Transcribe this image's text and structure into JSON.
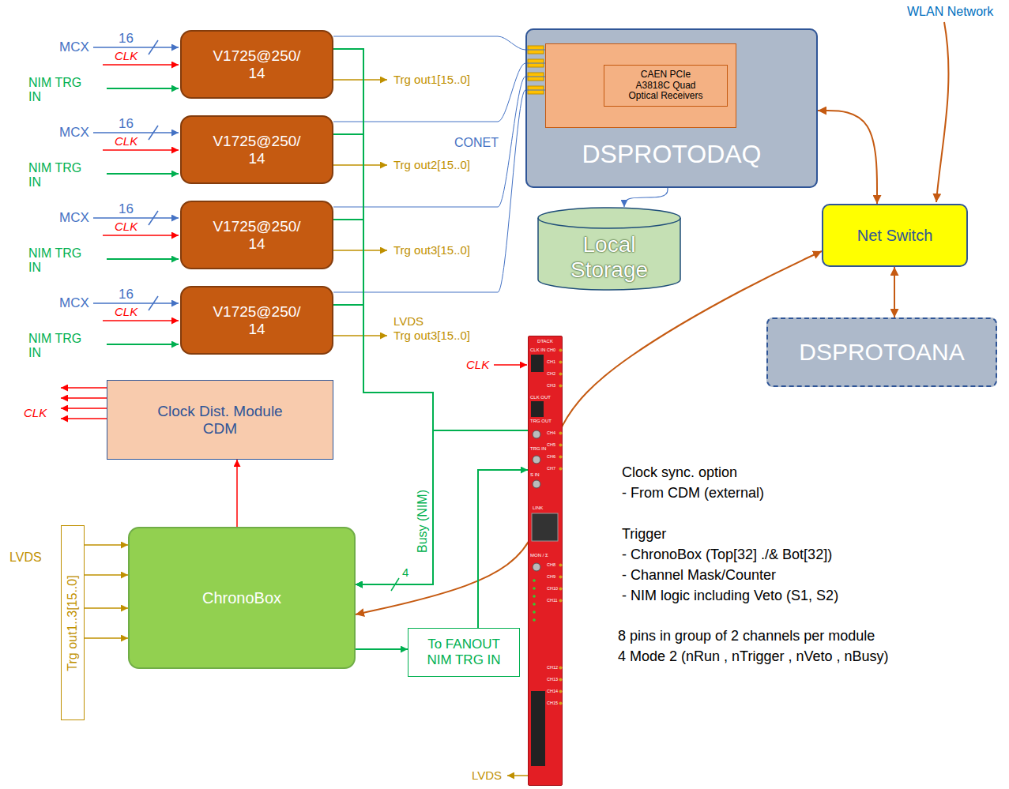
{
  "diagram": {
    "nodes": [
      {
        "text": [
          "V1725@250/ 14"
        ]
      },
      {
        "text": [
          "V1725@250/ 14"
        ]
      },
      {
        "text": [
          "V1725@250/ 14"
        ]
      },
      {
        "text": [
          "V1725@250/ 14"
        ]
      },
      {
        "text": [
          "DSPROTODAQ"
        ]
      },
      {
        "text": [
          "CAEN PCIe A3818C Quad Optical Receivers"
        ],
        "in": 4
      },
      {
        "text": [
          "Local Storage"
        ]
      },
      {
        "text": [
          "Net Switch"
        ]
      },
      {
        "text": [
          "DSPROTOANA"
        ]
      },
      {
        "text": [
          "Clock Dist. Module CDM"
        ]
      },
      {
        "text": [
          "ChronoBox"
        ]
      },
      {
        "text": [
          "To FANOUT NIM TRG IN"
        ]
      },
      {
        "text": [
          "Trg out1..3[15..0]"
        ]
      },
      {
        "text": [
          "DTACK"
        ]
      }
    ],
    "edges": [
      {
        "from": 0,
        "to": 5,
        "arrow": "none"
      },
      {
        "from": 1,
        "to": 5,
        "arrow": "none"
      },
      {
        "from": 2,
        "to": 5,
        "arrow": "none"
      },
      {
        "from": 3,
        "to": 5,
        "arrow": "none"
      },
      {
        "from": 4,
        "to": 6,
        "arrow": "to"
      },
      {
        "from": 4,
        "to": 7,
        "arrow": "both"
      },
      {
        "from": 7,
        "to": 8,
        "arrow": "both"
      },
      {
        "from": 7,
        "to": 10,
        "arrow": "both"
      },
      {
        "from": 10,
        "to": 9,
        "arrow": "to"
      },
      {
        "from": 10,
        "to": 11,
        "arrow": "to"
      },
      {
        "from": 11,
        "to": 13,
        "arrow": "to"
      },
      {
        "from": 0,
        "to": 10,
        "arrow": "to"
      },
      {
        "from": 1,
        "to": 10,
        "arrow": "to"
      },
      {
        "from": 2,
        "to": 10,
        "arrow": "to"
      },
      {
        "from": 3,
        "to": 10,
        "arrow": "to"
      },
      {
        "from": 13,
        "to": 10,
        "arrow": "to"
      },
      {
        "from": 12,
        "to": 10,
        "arrow": "to"
      },
      {
        "from": 12,
        "to": 10,
        "arrow": "to"
      },
      {
        "from": 12,
        "to": 10,
        "arrow": "to"
      },
      {
        "from": 12,
        "to": 10,
        "arrow": "to"
      }
    ],
    "labels": [
      "MCX",
      "16",
      "CLK",
      "NIM TRG IN",
      "Trg out1[15..0]",
      "MCX",
      "16",
      "CLK",
      "NIM TRG IN",
      "Trg out2[15..0]",
      "MCX",
      "16",
      "CLK",
      "NIM TRG IN",
      "Trg out3[15..0]",
      "MCX",
      "16",
      "CLK",
      "NIM TRG IN",
      "Trg out3[15..0]",
      "LVDS",
      "CONET",
      "WLAN Network",
      "CLK",
      "CLK",
      "Busy (NIM)",
      "4",
      "LVDS",
      "LVDS",
      "Clock sync. option",
      "- From CDM (external)",
      "Trigger",
      "- ChronoBox (Top[32] ./& Bot[32])",
      "- Channel Mask/Counter",
      "- NIM logic including Veto (S1, S2)",
      "8 pins in group of 2 channels per module",
      "4 Mode 2 (nRun , nTrigger , nVeto , nBusy)",
      "CLK IN",
      "CLK OUT",
      "TRG OUT",
      "TRG IN",
      "S IN",
      "LINK",
      "MON / Σ",
      "CH0",
      "CH1",
      "CH2",
      "CH3",
      "CH4",
      "CH5",
      "CH6",
      "CH7",
      "CH8",
      "CH9",
      "CH10",
      "CH11",
      "CH12",
      "CH13",
      "CH14",
      "CH15"
    ]
  }
}
